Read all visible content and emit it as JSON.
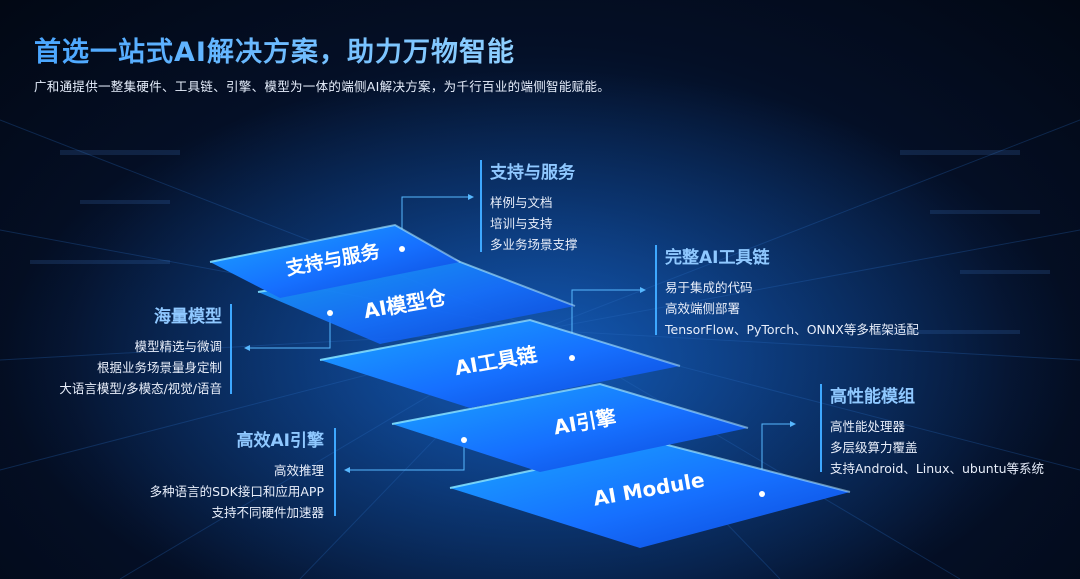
{
  "header": {
    "title": "首选一站式AI解决方案，助力万物智能",
    "subtitle": "广和通提供一整集硬件、工具链、引擎、模型为一体的端侧AI解决方案，为千行百业的端侧智能赋能。"
  },
  "layers": [
    {
      "label": "支持与服务"
    },
    {
      "label": "AI模型仓"
    },
    {
      "label": "AI工具链"
    },
    {
      "label": "AI引擎"
    },
    {
      "label": "AI Module"
    }
  ],
  "panels": {
    "support": {
      "title": "支持与服务",
      "items": [
        "样例与文档",
        "培训与支持",
        "多业务场景支撑"
      ]
    },
    "toolchain": {
      "title": "完整AI工具链",
      "items": [
        "易于集成的代码",
        "高效端侧部署",
        "TensorFlow、PyTorch、ONNX等多框架适配"
      ]
    },
    "models": {
      "title": "海量模型",
      "items": [
        "模型精选与微调",
        "根据业务场景量身定制",
        "大语言模型/多模态/视觉/语音"
      ]
    },
    "module": {
      "title": "高性能模组",
      "items": [
        "高性能处理器",
        "多层级算力覆盖",
        "支持Android、Linux、ubuntu等系统"
      ]
    },
    "engine": {
      "title": "高效AI引擎",
      "items": [
        "高效推理",
        "多种语言的SDK接口和应用APP",
        "支持不同硬件加速器"
      ]
    }
  },
  "colors": {
    "accent": "#3ea8ff",
    "title": "#5fb6ff",
    "background": "#040f26"
  }
}
